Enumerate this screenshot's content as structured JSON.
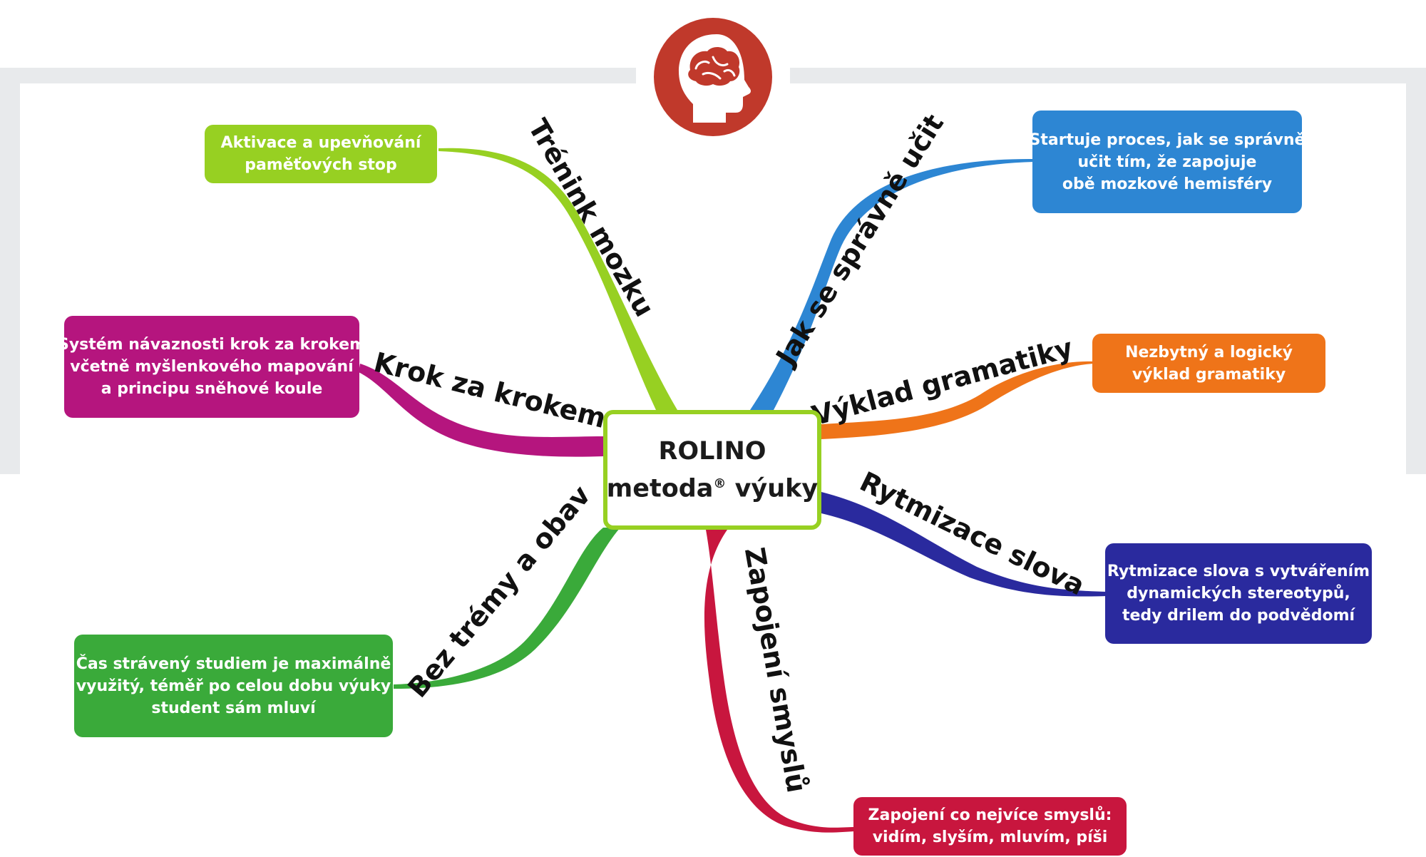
{
  "colors": {
    "frame": "#e8eaec",
    "logo": "#c0392b",
    "green_light": "#97d022",
    "blue": "#2d86d3",
    "magenta": "#b5157e",
    "orange": "#ef7419",
    "green": "#3aaa3a",
    "indigo": "#2a2a9e",
    "crimson": "#c8163e"
  },
  "logo": {
    "icon": "brain-head-icon"
  },
  "center": {
    "line1": "ROLINO",
    "line2": "metoda",
    "mark": "®",
    "line3": " výuky"
  },
  "branches": [
    {
      "id": "trenink",
      "label": "Trénink mozku",
      "box_lines": [
        "Aktivace a upevňování",
        "paměťových stop"
      ]
    },
    {
      "id": "jak",
      "label": "Jak se správně učit",
      "box_lines": [
        "Startuje proces, jak se správně",
        "učit tím, že zapojuje",
        "obě mozkové hemisféry"
      ]
    },
    {
      "id": "krok",
      "label": "Krok za krokem",
      "box_lines": [
        "Systém návaznosti krok za krokem",
        "včetně myšlenkového mapování",
        "a principu sněhové koule"
      ]
    },
    {
      "id": "vyklad",
      "label": "Výklad gramatiky",
      "box_lines": [
        "Nezbytný a logický",
        "výklad gramatiky"
      ]
    },
    {
      "id": "rytmizace",
      "label": "Rytmizace slova",
      "box_lines": [
        "Rytmizace slova s vytvářením",
        "dynamických stereotypů,",
        "tedy drilem do podvědomí"
      ]
    },
    {
      "id": "bez",
      "label": "Bez trémy a obav",
      "box_lines": [
        "Čas strávený studiem je maximálně",
        "využitý, téměř po celou dobu výuky",
        "student sám mluví"
      ]
    },
    {
      "id": "zapojeni",
      "label": "Zapojení smyslů",
      "box_lines": [
        "Zapojení co nejvíce smyslů:",
        "vidím, slyším, mluvím, píši"
      ]
    }
  ]
}
